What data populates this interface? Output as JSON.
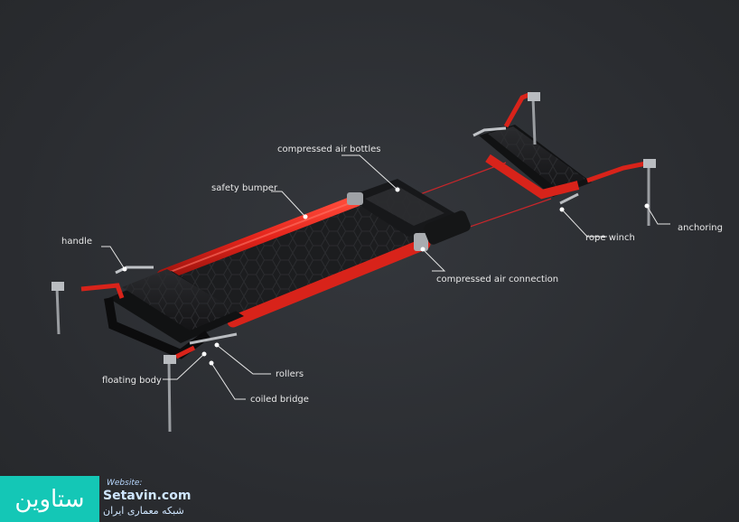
{
  "labels": {
    "compressed_air_bottles": "compressed air bottles",
    "safety_bumper": "safety bumper",
    "handle": "handle",
    "rope_winch": "rope winch",
    "anchoring": "anchoring",
    "compressed_air_connection": "compressed air connection",
    "rollers": "rollers",
    "floating_body": "floating body",
    "coiled_bridge": "coiled bridge"
  },
  "watermark": {
    "brand_fa": "ستاوین",
    "website_label": "Website:",
    "url": "Setavin.com",
    "subtitle_fa": "شبکه معماری ایران"
  },
  "colors": {
    "background": "#2c2e32",
    "bumper_red": "#e3241b",
    "mat_dark": "#1c1d1f",
    "metal": "#b9bcc0",
    "watermark_teal": "#14c7b6"
  }
}
